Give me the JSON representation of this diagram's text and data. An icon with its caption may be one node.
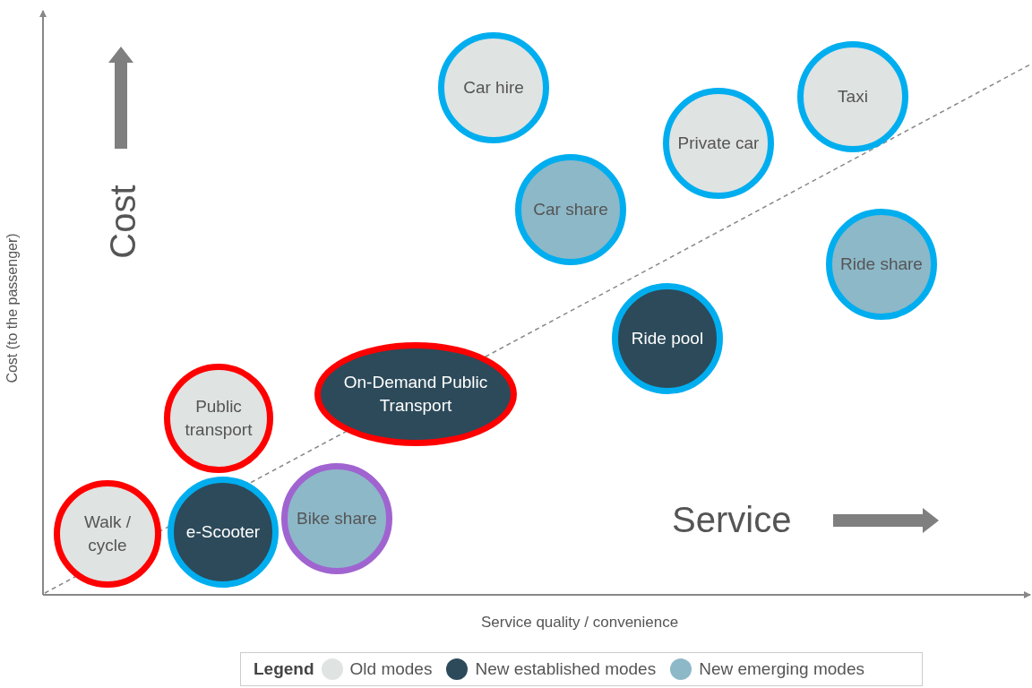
{
  "diagram": {
    "nodes": [
      {
        "text": [
          "Car hire"
        ]
      },
      {
        "text": [
          "Taxi"
        ]
      },
      {
        "text": [
          "Private car"
        ]
      },
      {
        "text": [
          "Car share"
        ]
      },
      {
        "text": [
          "Ride share"
        ]
      },
      {
        "text": [
          "Ride pool"
        ]
      },
      {
        "text": [
          "On-Demand Public Transport"
        ]
      },
      {
        "text": [
          "Public transport"
        ]
      },
      {
        "text": [
          "Bike share"
        ]
      },
      {
        "text": [
          "Walk / cycle"
        ]
      },
      {
        "text": [
          "e-Scooter"
        ]
      }
    ],
    "labels": [
      "Cost",
      "Cost (to the passenger)",
      "Service",
      "Service quality / convenience",
      "Legend"
    ],
    "legend": [
      {
        "text": "Old modes",
        "color": "#dfe3e2"
      },
      {
        "text": "New established modes",
        "color": "#2c4a5a"
      },
      {
        "text": "New emerging modes",
        "color": "#8db8c8"
      }
    ]
  }
}
